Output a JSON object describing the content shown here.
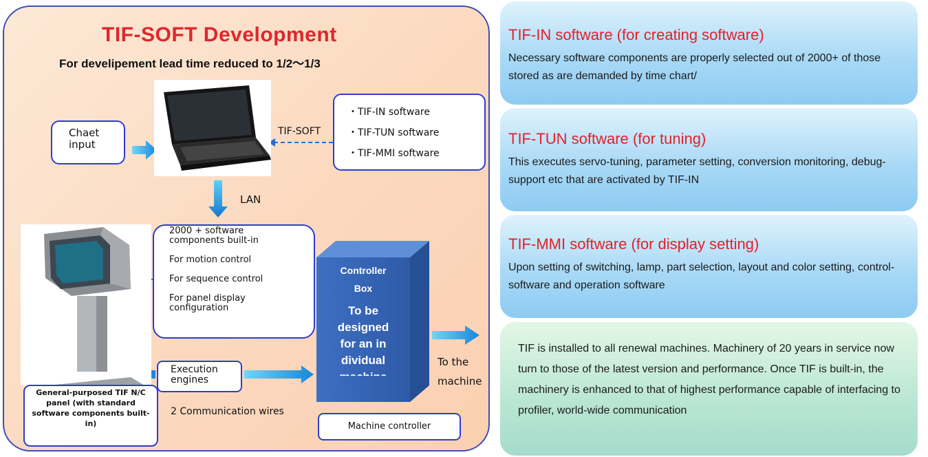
{
  "diagram": {
    "title": "TIF-SOFT  Development",
    "subtitle": "For develipement lead time  reduced to  1/2〜1/3",
    "chart_input_label": "Chaet input",
    "tif_soft_label": "TIF-SOFT",
    "software_list": [
      "・TIF-IN software",
      "・TIF-TUN software",
      "・TIF-MMI software"
    ],
    "lan_label": "LAN",
    "components_list": [
      "2000 + software components built-in",
      "For motion control",
      "For sequence control",
      "For panel display configuration"
    ],
    "controller_box": {
      "title_line1": "Controller",
      "title_line2": "Box",
      "body_lines": [
        "To be",
        "designed",
        "for an in",
        "dividual",
        "machine"
      ]
    },
    "to_machine_line1": "To the",
    "to_machine_line2": "machine",
    "execution_engines": "Execution engines",
    "communication_wires": "2 Communication wires",
    "panel_caption": "General-purposed TIF N/C panel (with standard software components built-in)",
    "machine_controller": "Machine controller"
  },
  "info_panels": [
    {
      "title": "TIF-IN software (for creating software)",
      "body": "Necessary software components are properly selected out of 2000+ of those stored as are demanded by time chart/"
    },
    {
      "title": "TIF-TUN software (for tuning)",
      "body": "This executes servo-tuning, parameter setting, conversion monitoring, debug-support etc that are activated by TIF-IN"
    },
    {
      "title": "TIF-MMI software (for display setting)",
      "body": "Upon setting of switching, lamp, part selection, layout and color setting, control-software and operation software"
    }
  ],
  "summary": {
    "body": "TIF is installed to all renewal machines. Machinery of 20 years in service now turn to those of the latest version and performance. Once TIF is built-in, the machinery is enhanced to that of highest performance capable of interfacing to profiler, world-wide communication"
  },
  "colors": {
    "title_red": "#e0262b",
    "box_border": "#2e3ccf",
    "arrow_blue": "#1e9be0",
    "controller_box": "#3a73c4"
  }
}
